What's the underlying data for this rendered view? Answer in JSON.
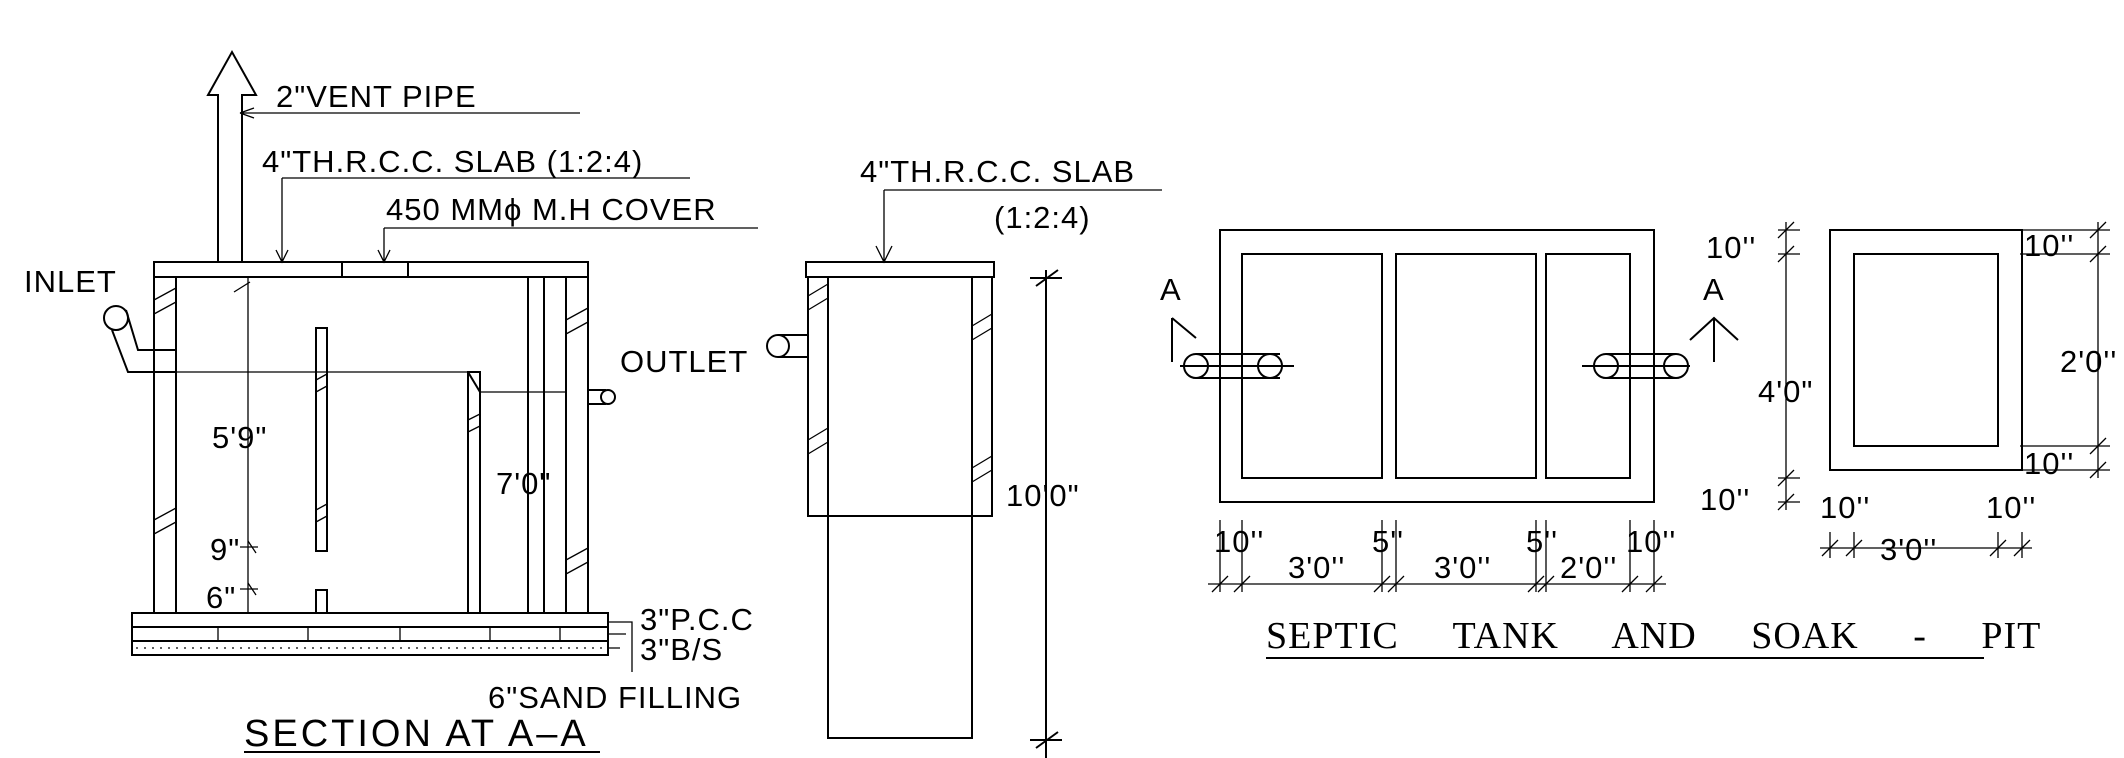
{
  "section_view": {
    "title": "SECTION AT A–A",
    "vent_label": "2\"VENT PIPE",
    "slab_label": "4\"TH.R.C.C. SLAB (1:2:4)",
    "cover_label": "450 MMϕ M.H COVER",
    "inlet_label": "INLET",
    "outlet_label": "OUTLET",
    "depth_1": "5'9\"",
    "depth_2": "7'0\"",
    "dim_9": "9\"",
    "dim_6": "6\"",
    "pcc_label": "3\"P.C.C",
    "bs_label": "3\"B/S",
    "sand_label": "6\"SAND FILLING"
  },
  "soak_section": {
    "slab_label": "4\"TH.R.C.C. SLAB",
    "slab_ratio": "(1:2:4)",
    "depth": "10'0\""
  },
  "plan_view": {
    "title": "SEPTIC TANK AND SOAK - PIT",
    "section_mark_left": "A",
    "section_mark_right": "A",
    "dims_bottom": [
      "10''",
      "3'0''",
      "5''",
      "3'0''",
      "5''",
      "2'0''",
      "10''"
    ],
    "tank_height_dims": [
      "10''",
      "4'0\"",
      "10''"
    ],
    "pit_dims_right": [
      "10''",
      "2'0''",
      "10''"
    ],
    "pit_dims_bottom": [
      "10''",
      "3'0''",
      "10''"
    ]
  }
}
